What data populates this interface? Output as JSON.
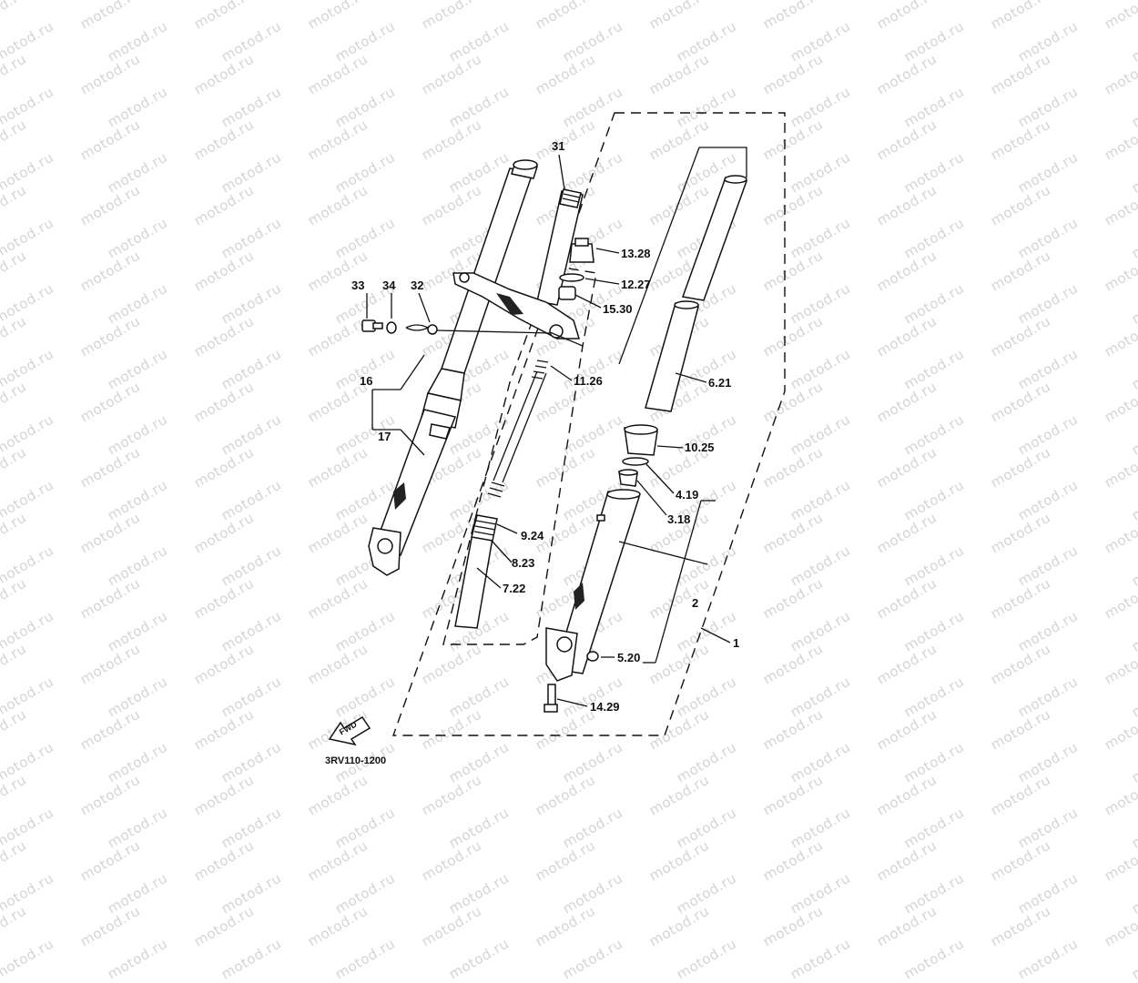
{
  "watermark": "motod.ru",
  "diagram_code": "3RV110-1200",
  "fwd_icon_label": "FWD",
  "callouts": {
    "c1": "1",
    "c2": "2",
    "c3": "3.18",
    "c4": "4.19",
    "c5": "5.20",
    "c6": "6.21",
    "c7": "7.22",
    "c8": "8.23",
    "c9": "9.24",
    "c10": "10.25",
    "c11": "11.26",
    "c12": "12.27",
    "c13": "13.28",
    "c14": "14.29",
    "c15": "15.30",
    "c16": "16",
    "c17": "17",
    "c31": "31",
    "c32": "32",
    "c33": "33",
    "c34": "34"
  }
}
